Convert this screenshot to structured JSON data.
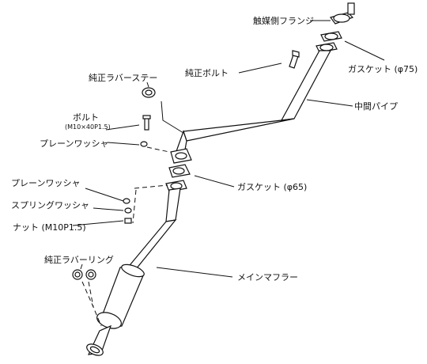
{
  "labels": {
    "catalyst_flange": "触媒側フランジ",
    "gasket_75": "ガスケット (φ75)",
    "genuine_bolt": "純正ボルト",
    "mid_pipe": "中間パイプ",
    "genuine_rubber_stay": "純正ラバーステー",
    "bolt": "ボルト",
    "bolt_spec": "(M10×40P1.5)",
    "plain_washer_1": "プレーンワッシャ",
    "gasket_65": "ガスケット (φ65)",
    "plain_washer_2": "プレーンワッシャ",
    "spring_washer": "スプリングワッシャ",
    "nut": "ナット (M10P1.5)",
    "genuine_rubber_ring": "純正ラバーリング",
    "main_muffler": "メインマフラー"
  }
}
